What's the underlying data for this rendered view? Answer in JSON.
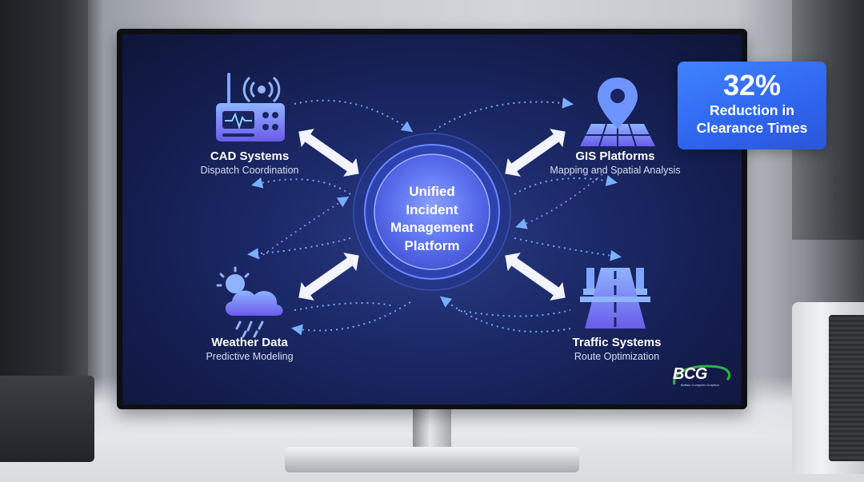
{
  "hub": {
    "lines": [
      "Unified",
      "Incident",
      "Management",
      "Platform"
    ]
  },
  "nodes": {
    "cad": {
      "name": "CAD Systems",
      "sub": "Dispatch Coordination",
      "icon": "dispatch-radio-icon"
    },
    "gis": {
      "name": "GIS Platforms",
      "sub": "Mapping and Spatial Analysis",
      "icon": "map-pin-icon"
    },
    "weather": {
      "name": "Weather Data",
      "sub": "Predictive Modeling",
      "icon": "cloud-rain-icon"
    },
    "traffic": {
      "name": "Traffic Systems",
      "sub": "Route Optimization",
      "icon": "highway-icon"
    }
  },
  "stat": {
    "value": "32%",
    "line1": "Reduction in",
    "line2": "Clearance Times"
  },
  "logo": {
    "text": "BCG",
    "tagline": "Buffalo Computer Graphics"
  },
  "colors": {
    "accent": "#3f84ff",
    "hub": "#6b86ff",
    "icon": "#7aa2ff",
    "screen": "#1c2a6a"
  }
}
